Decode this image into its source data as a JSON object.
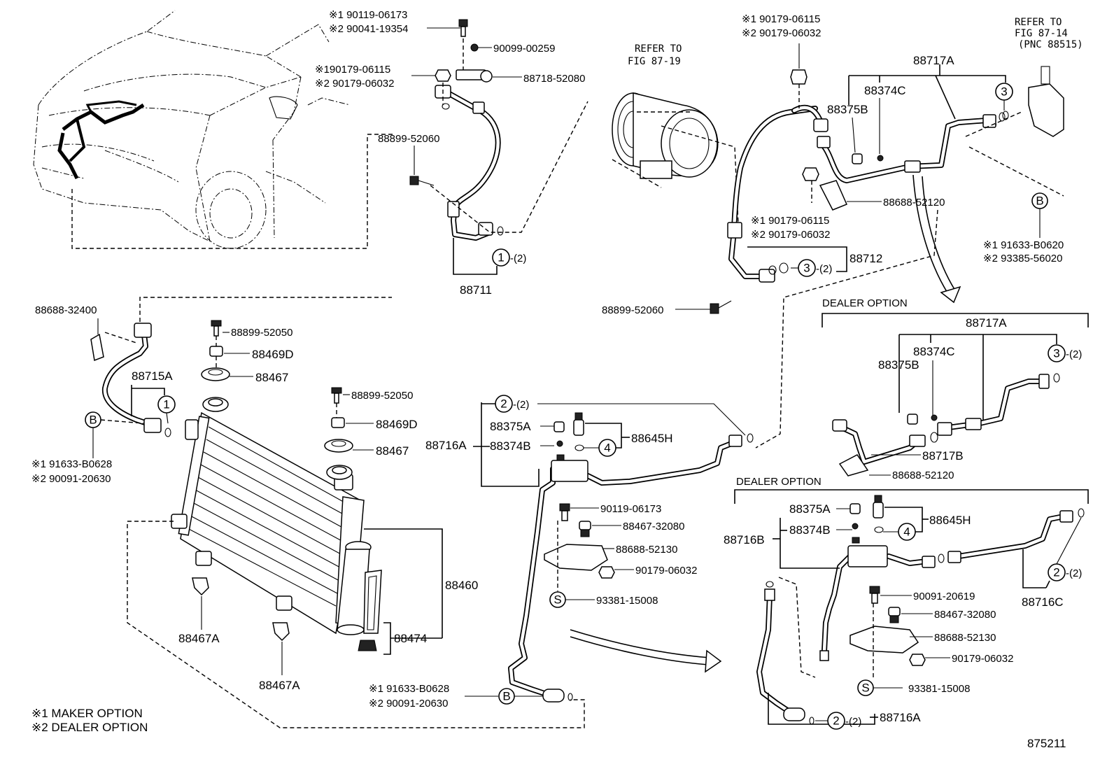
{
  "refs": {
    "fig_87_19": [
      "REFER TO",
      "FIG 87-19"
    ],
    "fig_87_14": [
      "REFER TO",
      "FIG 87-14",
      "(PNC 88515)"
    ]
  },
  "captions": {
    "dealer_option_1": "DEALER OPTION",
    "dealer_option_2": "DEALER OPTION",
    "figure_number": "875211"
  },
  "legend": {
    "maker": "※1 MAKER OPTION",
    "dealer": "※2 DEALER OPTION"
  },
  "callouts": {
    "c1a": "1",
    "c1a_q": "-(2)",
    "c1b": "1",
    "c2a": "2",
    "c2a_q": "-(2)",
    "c2b": "2",
    "c2b_q": "-(2)",
    "c2c": "2",
    "c2c_q": "-(2)",
    "c3a": "3",
    "c3b": "3",
    "c3b_q": "-(2)",
    "c3c": "3",
    "c3c_q": "-(2)",
    "c4a": "4",
    "c4b": "4",
    "ba": "B",
    "bb": "B",
    "bc": "B",
    "sa": "S",
    "sb": "S"
  },
  "parts": {
    "p_top_bolt_1": "※1 90119-06173",
    "p_top_bolt_2": "※2 90041-19354",
    "p_90099": "90099-00259",
    "p_top_nut_1": "※190179-06115",
    "p_top_nut_2": "※2 90179-06032",
    "p_88718": "88718-52080",
    "p_88899_top": "88899-52060",
    "p_88711": "88711",
    "p_comp_nut_1": "※1 90179-06115",
    "p_comp_nut_2": "※2 90179-06032",
    "p_88717A": "88717A",
    "p_88374C": "88374C",
    "p_88375B": "88375B",
    "p_88688_52120": "88688-52120",
    "p_mid_nut_1": "※1 90179-06115",
    "p_mid_nut_2": "※2 90179-06032",
    "p_88712": "88712",
    "p_88899_mid": "88899-52060",
    "p_b_right_1": "※1 91633-B0620",
    "p_b_right_2": "※2 93385-56020",
    "p_88688_32400": "88688-32400",
    "p_88899_52050_a": "88899-52050",
    "p_88469D_a": "88469D",
    "p_88467_a": "88467",
    "p_88715A": "88715A",
    "p_b_left_1": "※1 91633-B0628",
    "p_b_left_2": "※2 90091-20630",
    "p_88899_52050_b": "88899-52050",
    "p_88469D_b": "88469D",
    "p_88467_b": "88467",
    "p_88460": "88460",
    "p_88474": "88474",
    "p_88467A_1": "88467A",
    "p_88467A_2": "88467A",
    "p_88375A": "88375A",
    "p_88374B": "88374B",
    "p_88716A": "88716A",
    "p_88645H": "88645H",
    "p_90119": "90119-06173",
    "p_88467_32080": "88467-32080",
    "p_88688_52130": "88688-52130",
    "p_90179_06032": "90179-06032",
    "p_93381": "93381-15008",
    "p_b_bottom_1": "※1 91633-B0628",
    "p_b_bottom_2": "※2 90091-20630",
    "d1_88717A": "88717A",
    "d1_88374C": "88374C",
    "d1_88375B": "88375B",
    "d1_88717B": "88717B",
    "d1_88688_52120": "88688-52120",
    "d2_88375A": "88375A",
    "d2_88374B": "88374B",
    "d2_88716B": "88716B",
    "d2_88645H": "88645H",
    "d2_90091": "90091-20619",
    "d2_88467_32080": "88467-32080",
    "d2_88688_52130": "88688-52130",
    "d2_90179_06032": "90179-06032",
    "d2_93381": "93381-15008",
    "d2_88716C": "88716C",
    "d2_88716A": "88716A"
  }
}
